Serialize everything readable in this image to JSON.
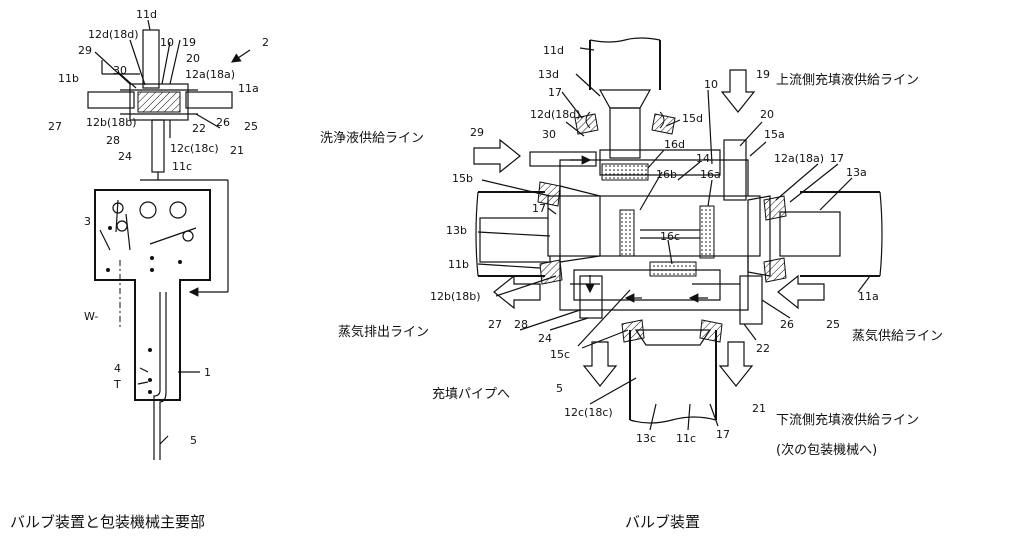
{
  "captions": {
    "left": "バルブ装置と包装機械主要部",
    "right": "バルブ装置"
  },
  "left_labels": {
    "l11d": "11d",
    "l12d": "12d(18d)",
    "l10": "10",
    "l19": "19",
    "l2": "2",
    "l29": "29",
    "l30": "30",
    "l20": "20",
    "l12a": "12a(18a)",
    "l11b": "11b",
    "l11a": "11a",
    "l27": "27",
    "l12b": "12b(18b)",
    "l22": "22",
    "l26": "26",
    "l25": "25",
    "l28": "28",
    "l24": "24",
    "l12c": "12c(18c)",
    "l21": "21",
    "l11c": "11c",
    "l3": "3",
    "lW": "W-",
    "l4": "4",
    "l1": "1",
    "lT": "T",
    "l5": "5"
  },
  "right_labels": {
    "r11d": "11d",
    "r13d": "13d",
    "r17a": "17",
    "r12d": "12d(18d)",
    "r15d": "15d",
    "r29": "29",
    "r30": "30",
    "r16d": "16d",
    "r14": "14",
    "r10": "10",
    "r19": "19",
    "r20": "20",
    "r15a": "15a",
    "r12a": "12a(18a)",
    "r17b": "17",
    "r13a": "13a",
    "r15b": "15b",
    "r16b": "16b",
    "r16a": "16a",
    "r17c": "17",
    "r13b": "13b",
    "r16c": "16c",
    "r11b": "11b",
    "r11a": "11a",
    "r12b": "12b(18b)",
    "r27": "27",
    "r28": "28",
    "r24": "24",
    "r26": "26",
    "r25": "25",
    "r15c": "15c",
    "r22": "22",
    "r5": "5",
    "r21": "21",
    "r12c": "12c(18c)",
    "r13c": "13c",
    "r11c": "11c",
    "r17d": "17"
  },
  "line_names": {
    "upstream": "上流側充填液供給ライン",
    "wash": "洗浄液供給ライン",
    "steam_out": "蒸気排出ライン",
    "steam_in": "蒸気供給ライン",
    "fill_pipe": "充填パイプへ",
    "downstream": "下流側充填液供給ライン",
    "next_machine": "(次の包装機械へ)"
  }
}
